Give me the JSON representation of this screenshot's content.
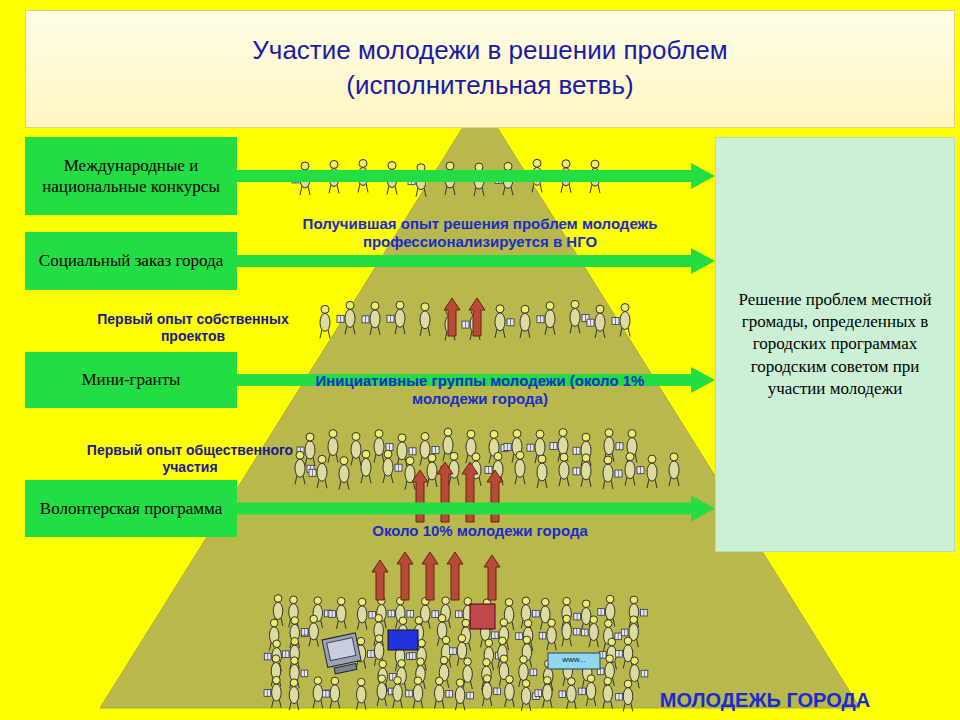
{
  "diagram": {
    "title": "Участие молодежи в решении проблем (исполнительная ветвь)",
    "nodes": [
      {
        "text": [
          "Международные и национальные конкурсы"
        ]
      },
      {
        "text": [
          "Социальный заказ города"
        ]
      },
      {
        "text": [
          "Мини-гранты"
        ]
      },
      {
        "text": [
          "Волонтерская программа"
        ]
      },
      {
        "text": [
          "Решение проблем местной громады, определенных в городских программах городским советом при участии молодежи"
        ]
      }
    ],
    "edges": [
      {
        "from": 0,
        "to": 4,
        "arrow": "to"
      },
      {
        "from": 1,
        "to": 4,
        "arrow": "to"
      },
      {
        "from": 2,
        "to": 4,
        "arrow": "to"
      },
      {
        "from": 3,
        "to": 4,
        "arrow": "to"
      }
    ],
    "labels": [
      "Получившая опыт решения проблем молодежь профессионализируется в НГО",
      "Первый опыт собственных проектов",
      "Инициативные группы молодежи (около 1% молодежи города)",
      "Первый опыт общественного участия",
      "Около 10% молодежи города",
      "www...",
      "МОЛОДЕЖЬ ГОРОДА"
    ]
  }
}
